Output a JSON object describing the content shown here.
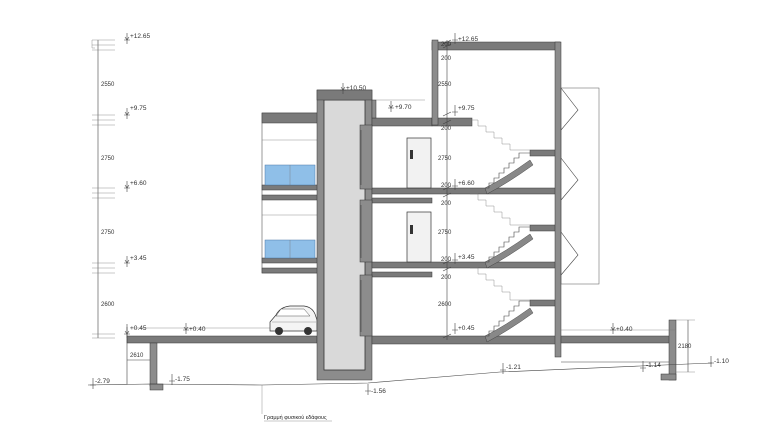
{
  "levels_left": [
    "+12.65",
    "+9.75",
    "+6.60",
    "+3.45",
    "+0.45"
  ],
  "levels_right": [
    "+12.65",
    "+9.75",
    "+6.60",
    "+3.45",
    "+0.45"
  ],
  "roof_level": "+10.50",
  "mid_level": "+9.70",
  "ground_levels": {
    "left": "+0.40",
    "right": "+0.40"
  },
  "dims_left": [
    "2550",
    "2750",
    "2750",
    "2600",
    "2610"
  ],
  "dims_right": [
    "2550",
    "2750",
    "2750",
    "2600"
  ],
  "slab_dims": [
    "200",
    "200",
    "200",
    "200",
    "200",
    "200",
    "200"
  ],
  "dim_far_right": "2180",
  "lower_levels": [
    "-2.79",
    "-1.75",
    "-1.56",
    "-1.21",
    "-1.14",
    "-1.10"
  ],
  "caption": "Γραμμή φυσικού εδάφους",
  "colors": {
    "glass": "#8fbfe8",
    "slab": "#7a7a7a",
    "line": "#444444"
  }
}
